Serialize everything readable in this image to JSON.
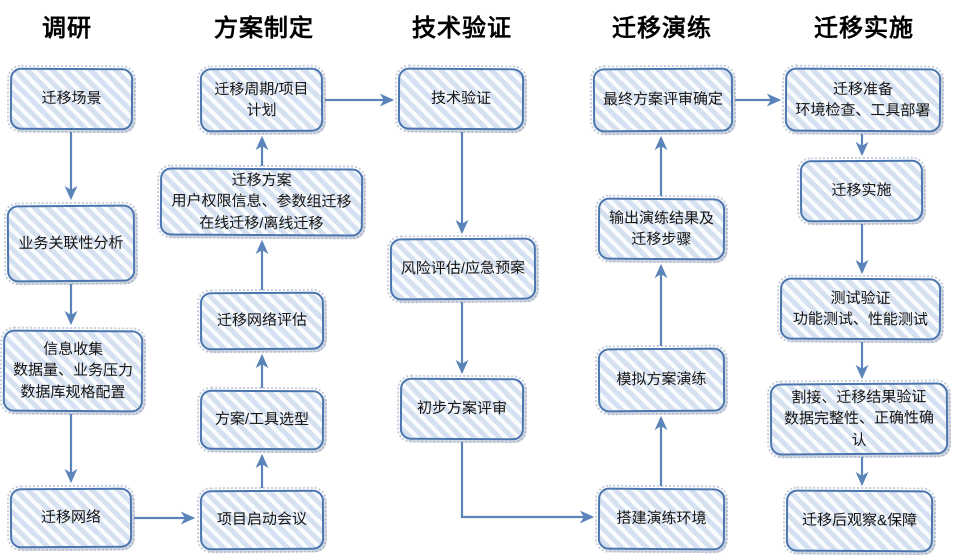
{
  "theme": {
    "background": "#ffffff",
    "box_border": "#4a75ae",
    "stripe_blue": "#d5e0f0",
    "stripe_light": "#fbfcfe",
    "arrow": "#5b84ba",
    "text": "#141414"
  },
  "columns": [
    {
      "title": "调研",
      "boxes": [
        {
          "label": "迁移场景"
        },
        {
          "label": "业务关联性分析"
        },
        {
          "label": "信息收集\n数据量、业务压力\n数据库规格配置"
        },
        {
          "label": "迁移网络"
        }
      ]
    },
    {
      "title": "方案制定",
      "boxes": [
        {
          "label": "迁移周期/项目计划"
        },
        {
          "label": "迁移方案\n用户权限信息、参数组迁移\n在线迁移/离线迁移"
        },
        {
          "label": "迁移网络评估"
        },
        {
          "label": "方案/工具选型"
        },
        {
          "label": "项目启动会议"
        }
      ]
    },
    {
      "title": "技术验证",
      "boxes": [
        {
          "label": "技术验证"
        },
        {
          "label": "风险评估/应急预案"
        },
        {
          "label": "初步方案评审"
        }
      ]
    },
    {
      "title": "迁移演练",
      "boxes": [
        {
          "label": "最终方案评审确定"
        },
        {
          "label": "输出演练结果及\n迁移步骤"
        },
        {
          "label": "模拟方案演练"
        },
        {
          "label": "搭建演练环境"
        }
      ]
    },
    {
      "title": "迁移实施",
      "boxes": [
        {
          "label": "迁移准备\n环境检查、工具部署"
        },
        {
          "label": "迁移实施"
        },
        {
          "label": "测试验证\n功能测试、性能测试"
        },
        {
          "label": "割接、迁移结果验证\n数据完整性、正确性确认"
        },
        {
          "label": "迁移后观察&保障"
        }
      ]
    }
  ]
}
